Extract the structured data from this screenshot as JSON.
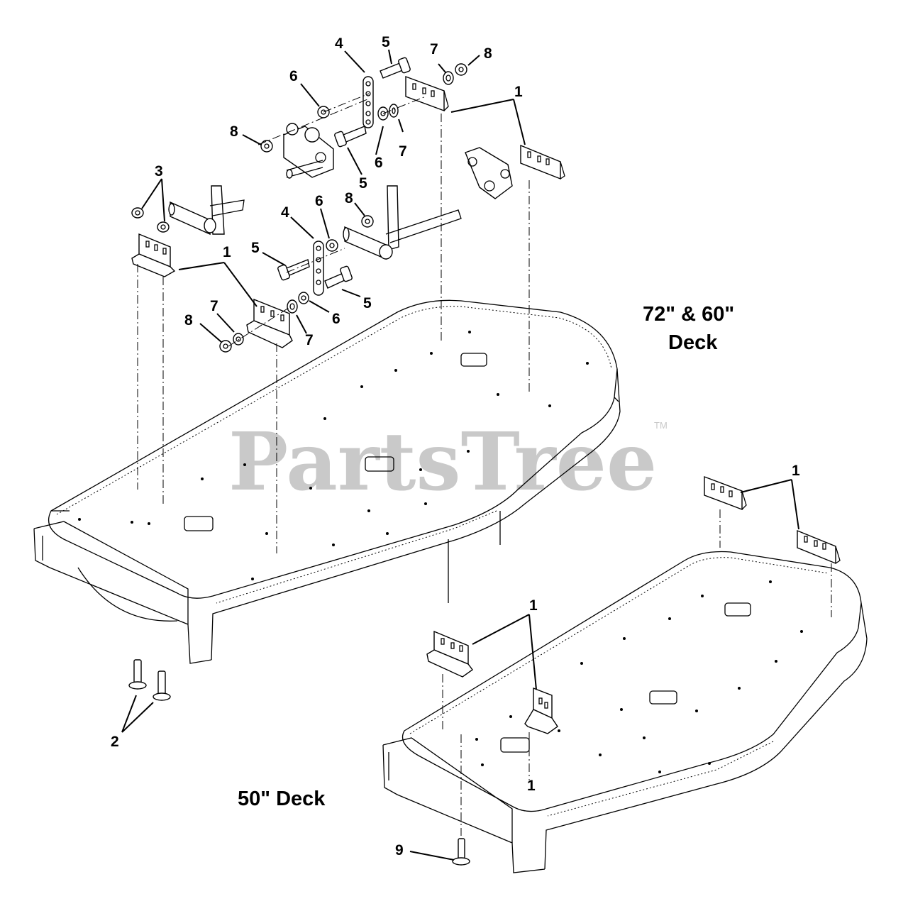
{
  "watermark": {
    "text": "PartsTree",
    "trademark": "TM"
  },
  "deck_labels": {
    "large_line1": "72\" & 60\"",
    "large_line2": "Deck",
    "small": "50\" Deck"
  },
  "callouts": [
    "1",
    "1",
    "1",
    "1",
    "1",
    "2",
    "3",
    "4",
    "4",
    "5",
    "5",
    "5",
    "5",
    "6",
    "6",
    "6",
    "6",
    "7",
    "7",
    "7",
    "7",
    "8",
    "8",
    "8",
    "8",
    "9"
  ]
}
